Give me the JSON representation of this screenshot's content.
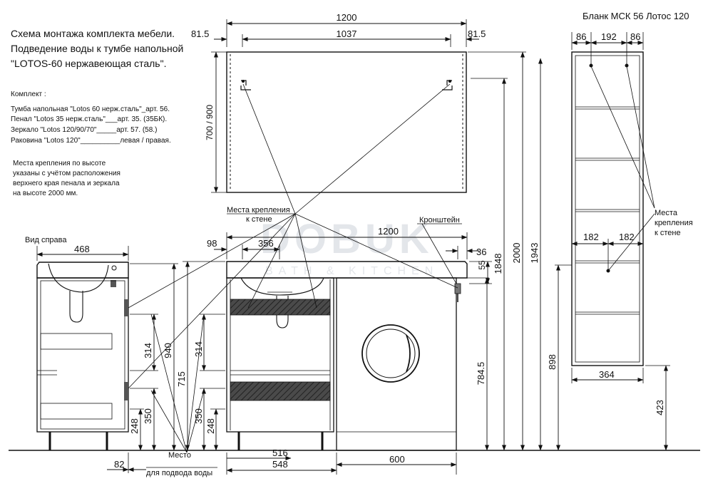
{
  "doc": {
    "title_right": "Бланк МСК 56 Лотос 120",
    "title_lines": [
      "Схема монтажа комплекта мебели.",
      "Подведение воды к тумбе напольной",
      "\"LOTOS-60 нержавеющая сталь\"."
    ],
    "kit_heading": "Комплект :",
    "kit_items": [
      "Тумба напольная \"Lotos 60 нерж.сталь\"_арт. 56.",
      "Пенал \"Lotos 35 нерж.сталь\"___арт. 35. (35БК).",
      "Зеркало \"Lotos 120/90/70\"_____арт. 57. (58.)",
      "Раковина \"Lotos 120\"__________левая / правая."
    ],
    "note_lines": [
      "Места крепления по высоте",
      "указаны с учётом расположения",
      "верхнего края пенала и зеркала",
      "на высоте 2000 мм."
    ],
    "side_view_label": "Вид  справа",
    "wall_mount_label": [
      "Места крепления",
      "к стене"
    ],
    "bracket_label": "Кронштейн",
    "pen_mount_label": [
      "Места",
      "крепления",
      "к стене"
    ],
    "water_label": [
      "Место",
      "для подвода воды"
    ],
    "watermark_main": "DOBUK",
    "watermark_sub": "BATH & KITCHEN"
  },
  "dims": {
    "mirror_total": "1200",
    "mirror_left": "81.5",
    "mirror_inner": "1037",
    "mirror_right": "81.5",
    "mirror_height": "700 / 900",
    "pen_left": "86",
    "pen_mid": "192",
    "pen_right": "86",
    "pen_half_left": "182",
    "pen_half_right": "182",
    "pen_width": "364",
    "pen_h_1943": "1943",
    "pen_h_898": "898",
    "pen_h_423": "423",
    "h_2000": "2000",
    "h_1848": "1848",
    "h_784": "784.5",
    "sink_width": "1200",
    "sink_98": "98",
    "sink_356": "356",
    "sink_36": "36",
    "sink_55": "55",
    "front_314": "314",
    "front_715": "715",
    "front_350": "350",
    "front_248": "248",
    "front_516": "516",
    "front_548": "548",
    "front_600": "600",
    "side_468": "468",
    "side_314": "314",
    "side_940": "940",
    "side_350": "350",
    "side_248": "248",
    "side_82": "82"
  }
}
